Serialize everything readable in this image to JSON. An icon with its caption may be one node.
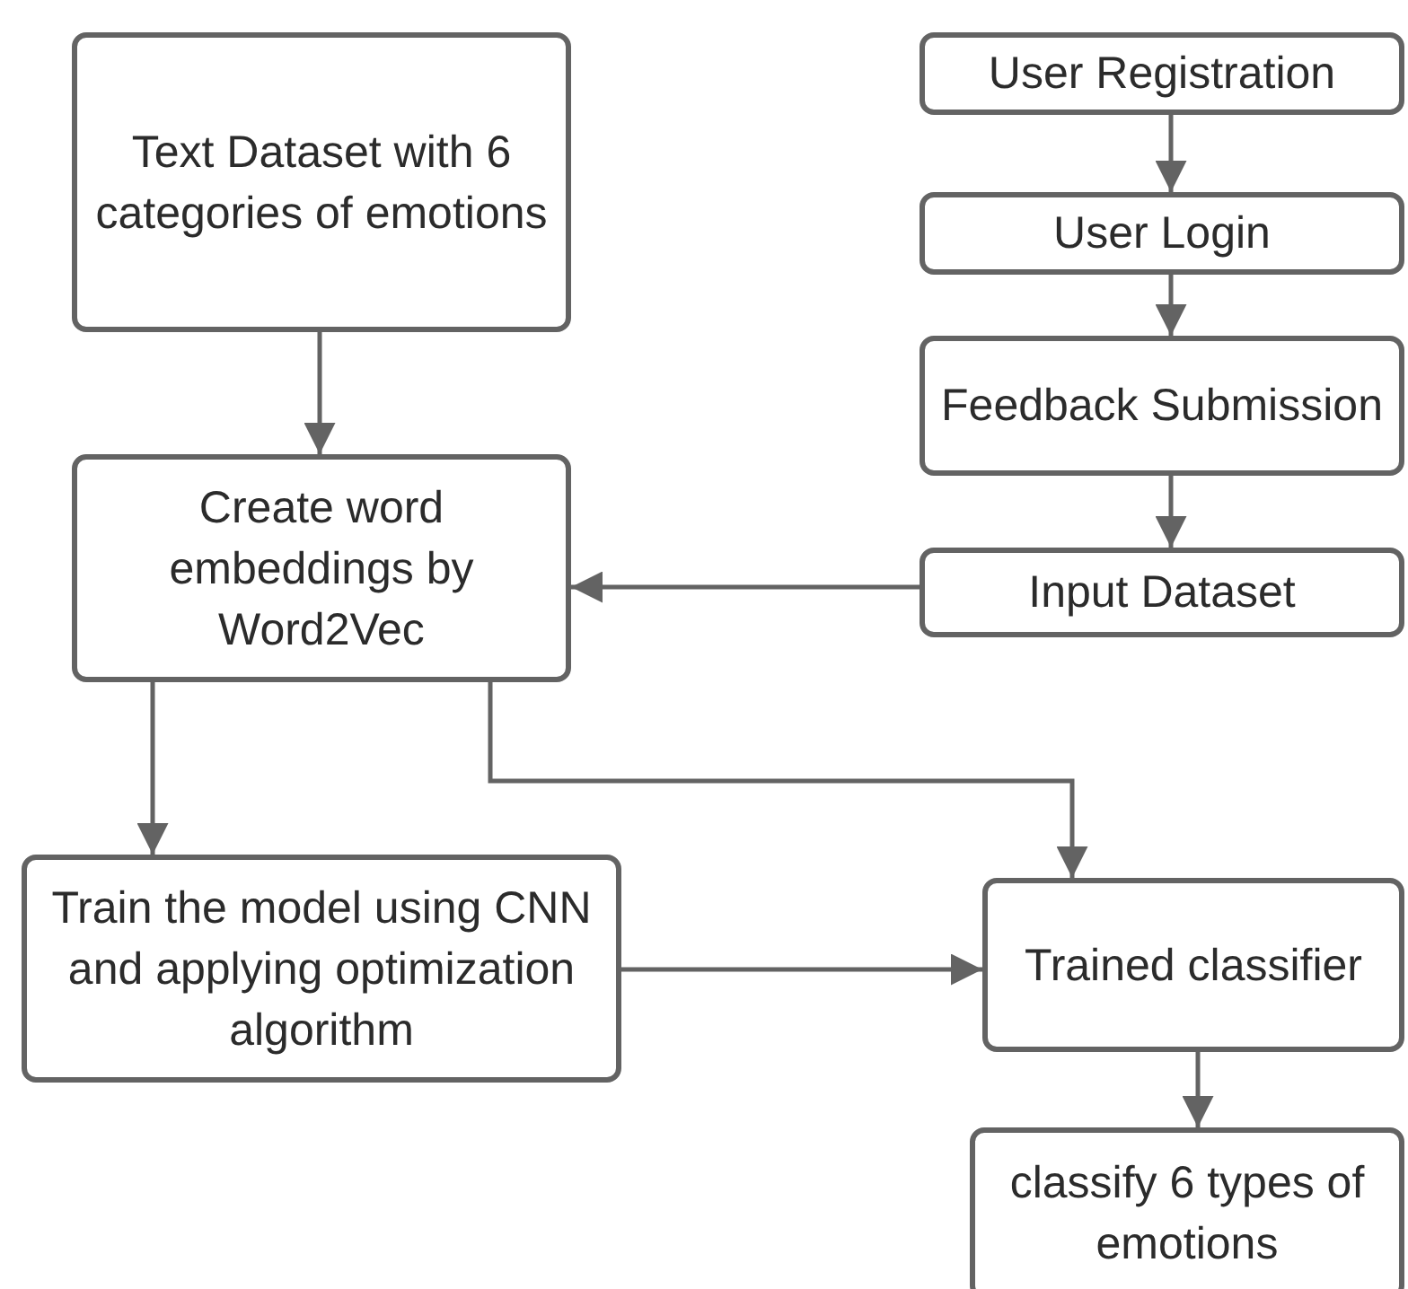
{
  "diagram": {
    "nodes": [
      {
        "text": [
          "Text Dataset with 6 categories of emotions"
        ]
      },
      {
        "text": [
          "User Registration"
        ]
      },
      {
        "text": [
          "User Login"
        ]
      },
      {
        "text": [
          "Feedback Submission"
        ]
      },
      {
        "text": [
          "Input Dataset"
        ]
      },
      {
        "text": [
          "Create word embeddings by Word2Vec"
        ]
      },
      {
        "text": [
          "Train the model using CNN and applying optimization algorithm"
        ]
      },
      {
        "text": [
          "Trained classifier"
        ]
      },
      {
        "text": [
          "classify 6 types of emotions"
        ]
      }
    ],
    "edges": [
      {
        "from": 0,
        "to": 5,
        "arrow": "to"
      },
      {
        "from": 1,
        "to": 2,
        "arrow": "to"
      },
      {
        "from": 2,
        "to": 3,
        "arrow": "to"
      },
      {
        "from": 3,
        "to": 4,
        "arrow": "to"
      },
      {
        "from": 4,
        "to": 5,
        "arrow": "to"
      },
      {
        "from": 5,
        "to": 6,
        "arrow": "to"
      },
      {
        "from": 5,
        "to": 7,
        "arrow": "to"
      },
      {
        "from": 6,
        "to": 7,
        "arrow": "to"
      },
      {
        "from": 7,
        "to": 8,
        "arrow": "to"
      }
    ]
  }
}
